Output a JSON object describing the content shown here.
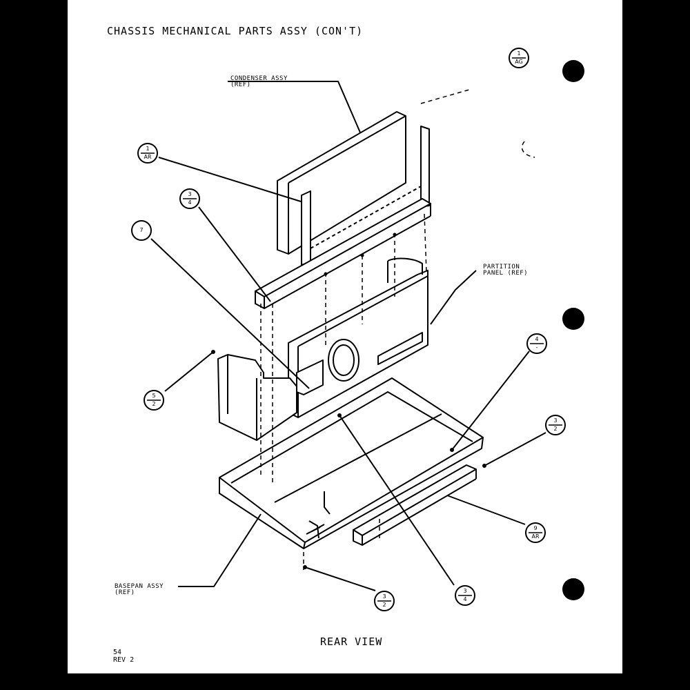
{
  "page": {
    "title": "CHASSIS MECHANICAL PARTS ASSY (CON'T)",
    "view_label": "REAR VIEW",
    "page_number": "54",
    "revision": "REV 2"
  },
  "labels": {
    "condenser_line1": "CONDENSER ASSY",
    "condenser_line2": "(REF)",
    "partition_line1": "PARTITION",
    "partition_line2": "PANEL (REF)",
    "basepan_line1": "BASEPAN ASSY",
    "basepan_line2": "(REF)"
  },
  "callouts": [
    {
      "num": "1",
      "den": "AG"
    },
    {
      "num": "1",
      "den": "AR"
    },
    {
      "num": "3",
      "den": "4"
    },
    {
      "num": "7",
      "den": ""
    },
    {
      "num": "4",
      "den": "-"
    },
    {
      "num": "5",
      "den": "2"
    },
    {
      "num": "3",
      "den": "2"
    },
    {
      "num": "9",
      "den": "AR"
    },
    {
      "num": "3",
      "den": "2"
    },
    {
      "num": "3",
      "den": "4"
    }
  ]
}
